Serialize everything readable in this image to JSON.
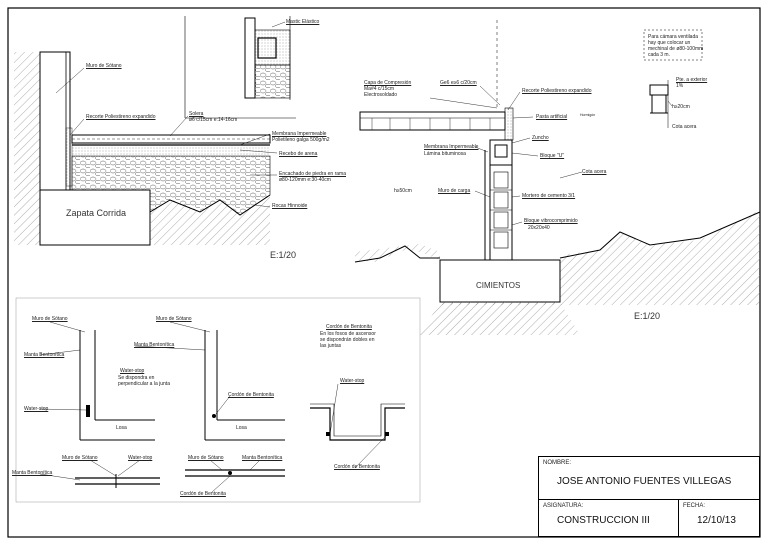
{
  "sheet": {
    "scale_left": "E:1/20",
    "scale_right": "E:1/20"
  },
  "detail_left": {
    "labels": {
      "mastic": "Mastic Elástico",
      "muro_sotano": "Muro de Sótano",
      "recorte": "Recorte Poliestireno expandido",
      "solera": "Solera",
      "solera_spec": "ø6 c/15cm  e:14-16cm",
      "membrana": "Membrana Impermeable",
      "membrana_spec": "Polietileno  galga 500g/m2",
      "recebo": "Recebo de arena",
      "enchapado": "Encachado de piedra en rama",
      "enchapado_spec": "ø80-120mm   e:30-40cm",
      "zapata": "Zapata Corrida",
      "rocas": "Rocas Hinnoide"
    }
  },
  "detail_right": {
    "labels": {
      "capa": "Capa de Compresión",
      "capa_spec1": "Ma#4 c/15cm",
      "capa_spec2": "Electrosoldado",
      "ge": "Ge6 e≥6 c/20cm",
      "recorte": "Recorte Poliestireno expandido",
      "pasta": "Pasta artificial",
      "hormigon": "Hormigón",
      "zuncho": "Zuncho",
      "membrana": "Membrana Impermeable",
      "lamina": "Lámina bituminosa",
      "bloque_u": "Bloque \"U\"",
      "muro_carga": "Muro de carga",
      "h50": "h≥50cm",
      "mortero": "Mortero de cemento 3/1",
      "cota_acera_1": "Cota acera",
      "bloque_vibro": "Bloque vibrocomprimido",
      "bloque_dim": "20x20x40",
      "cimientos": "CIMIENTOS",
      "camara_1": "Para cámara ventilada",
      "camara_2": "hay que colocar un",
      "camara_3": "mechinal de ø80-100mm",
      "camara_4": "cada 3 m.",
      "pte": "Pte. a exterior",
      "pct": "1%",
      "h20": "h≥20cm",
      "cota_acera_2": "Cota acera"
    }
  },
  "detail_bottom": {
    "labels": {
      "muro_1": "Muro de Sótano",
      "muro_2": "Muro de Sótano",
      "manta_1": "Manta Bentonítica",
      "manta_2": "Manta Bentonítica",
      "waterstop_1": "Water-stop",
      "waterstop_2": "Se dispondra en",
      "waterstop_3": "perpendicular a la junta",
      "waterstop_left": "Water-stop",
      "cordon_1": "Cordón de Bentonita",
      "losa_1": "Losa",
      "losa_2": "Losa",
      "cordon_title": "Cordón de Bentonita",
      "cordon_desc1": "En los fosos de ascensor",
      "cordon_desc2": "se dispondrán dobles en",
      "cordon_desc3": "las juntas",
      "waterstop_pit": "Water-stop",
      "cordon_pit": "Cordón de Bentonita",
      "muro_3": "Muro de Sótano",
      "waterstop_3b": "Water-stop",
      "manta_3": "Manta Bentonítica",
      "muro_4": "Muro de Sótano",
      "manta_4": "Manta Bentonítica",
      "cordon_4": "Cordón de Bentonita"
    }
  },
  "title_block": {
    "nombre_label": "NOMBRE:",
    "nombre_value": "JOSE ANTONIO FUENTES VILLEGAS",
    "asignatura_label": "ASIGNATURA:",
    "asignatura_value": "CONSTRUCCION III",
    "fecha_label": "FECHA:",
    "fecha_value": "12/10/13"
  }
}
